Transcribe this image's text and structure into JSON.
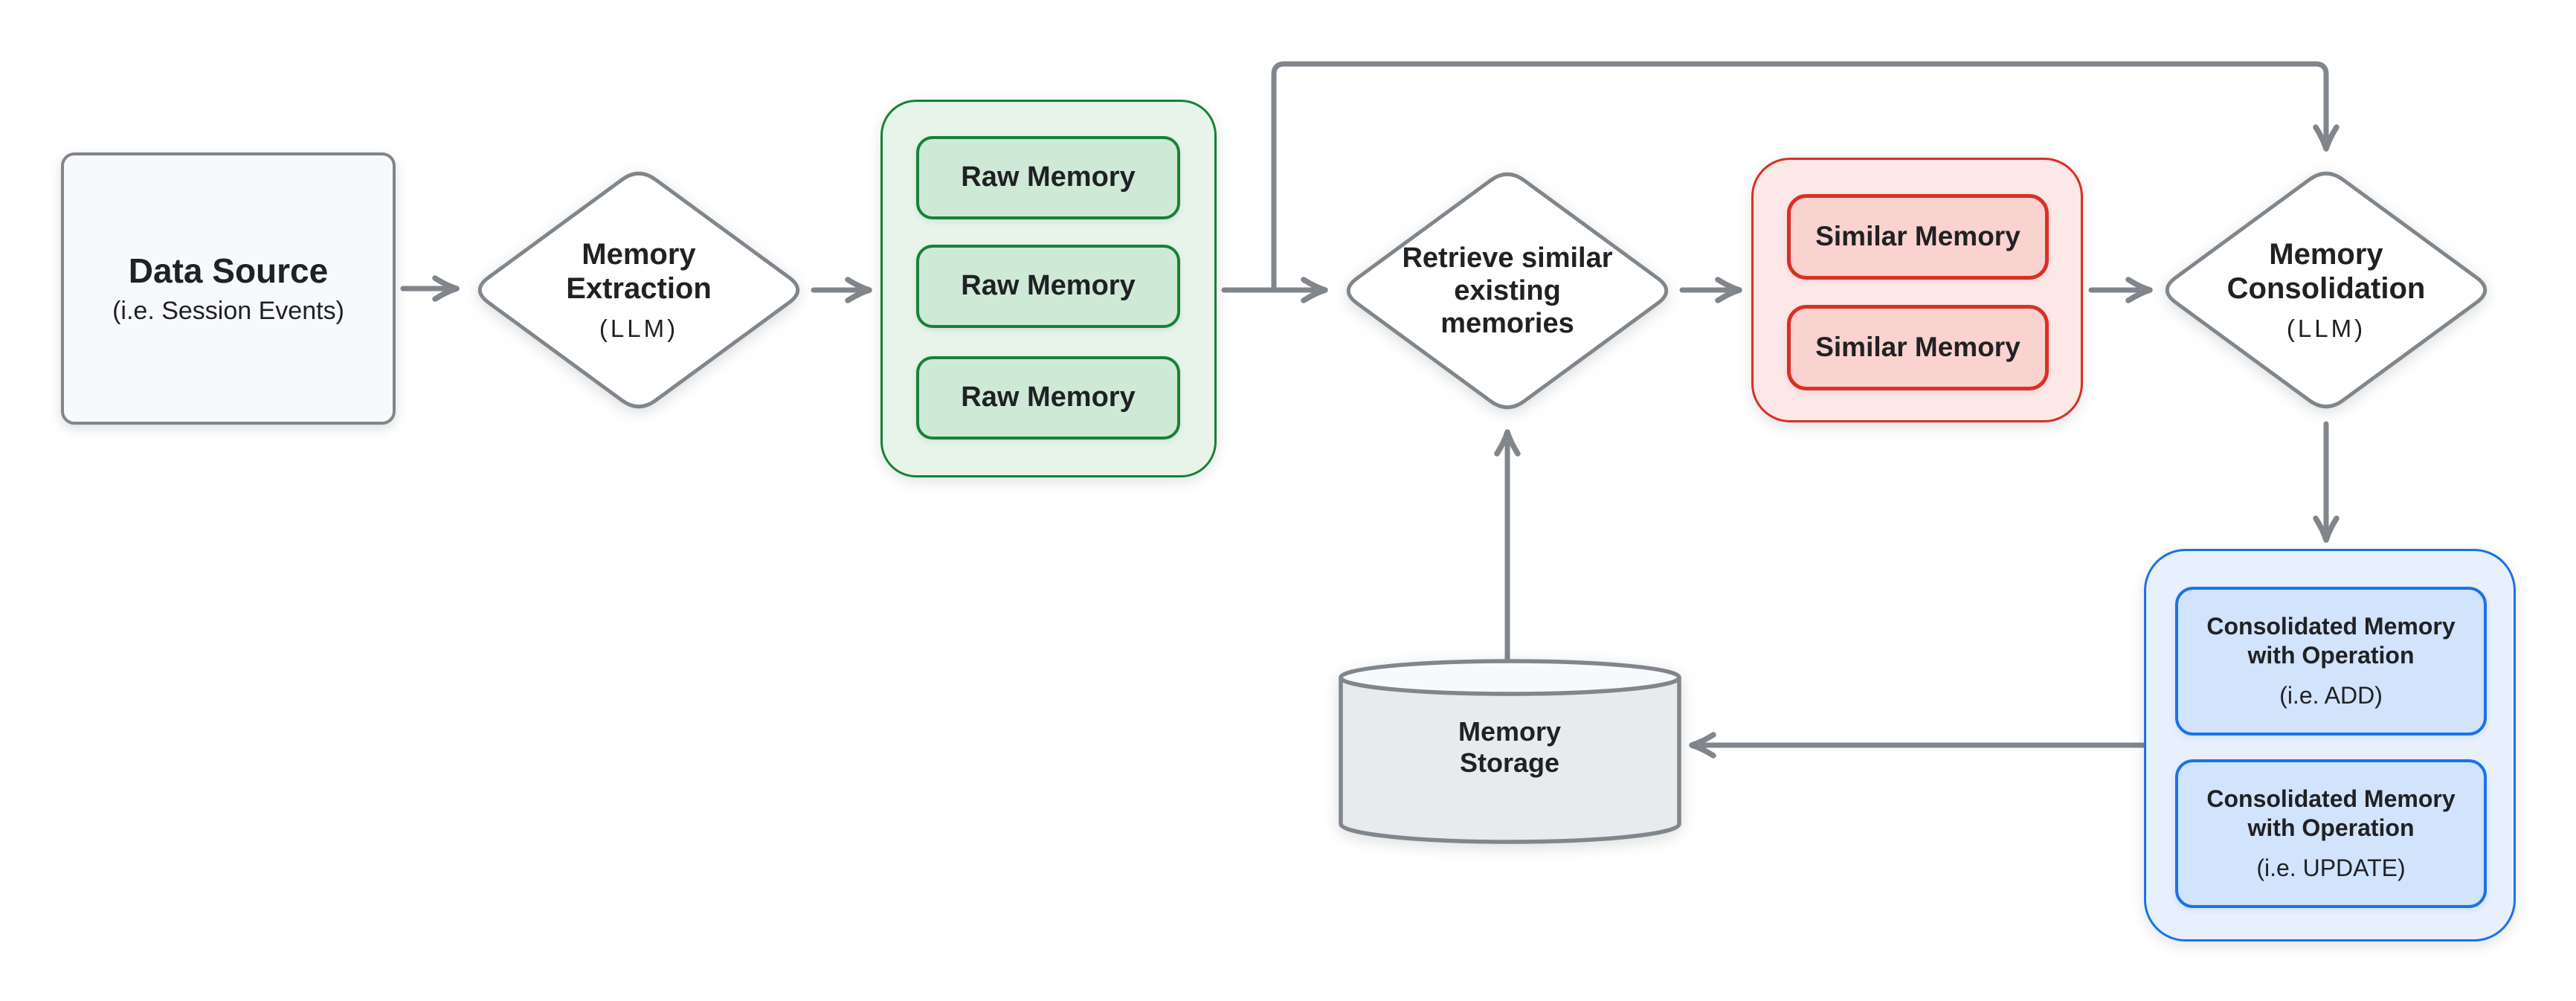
{
  "nodes": {
    "data_source": {
      "title": "Data Source",
      "subtitle": "(i.e. Session Events)"
    },
    "memory_extraction": {
      "lines": [
        "Memory",
        "Extraction"
      ],
      "subtitle": "(LLM)"
    },
    "raw_memory_group": {
      "items": [
        "Raw Memory",
        "Raw Memory",
        "Raw Memory"
      ]
    },
    "retrieve_memories": {
      "lines": [
        "Retrieve similar",
        "existing",
        "memories"
      ]
    },
    "similar_memory_group": {
      "items": [
        "Similar Memory",
        "Similar Memory"
      ]
    },
    "memory_consolidation": {
      "lines": [
        "Memory",
        "Consolidation"
      ],
      "subtitle": "(LLM)"
    },
    "consolidated_group": {
      "items": [
        {
          "title": "Consolidated Memory with Operation",
          "subtitle": "(i.e. ADD)"
        },
        {
          "title": "Consolidated Memory with Operation",
          "subtitle": "(i.e. UPDATE)"
        }
      ]
    },
    "memory_storage": {
      "lines": [
        "Memory",
        "Storage"
      ]
    }
  },
  "colors": {
    "background": "#ffffff",
    "text": "#202124",
    "arrow": "#80868b",
    "shape_border": "#80868b",
    "shape_fill": "#f8f9fa",
    "diamond_fill": "#ffffff",
    "cylinder_body": "#e8eaed",
    "cylinder_top": "#f8f9fa",
    "green_border": "#188038",
    "green_fill": "#e6f4ea",
    "green_item_fill": "#ceead6",
    "red_border": "#d93025",
    "red_fill": "#fce8e6",
    "red_item_fill": "#fad2cf",
    "blue_border": "#1a73e8",
    "blue_fill": "#e8f0fe",
    "blue_item_fill": "#d2e3fc"
  }
}
